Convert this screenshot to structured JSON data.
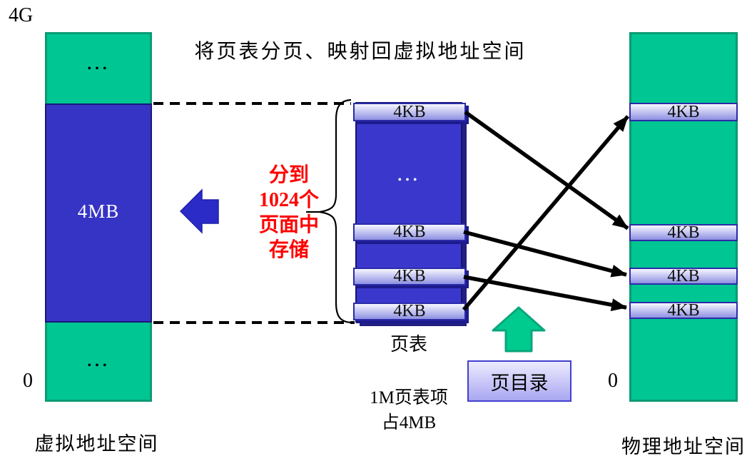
{
  "title": "将页表分页、映射回虚拟地址空间",
  "labels": {
    "top_address": "4G",
    "virtual_zero": "0",
    "physical_zero": "0"
  },
  "virtual_space": {
    "ellipsis_top": "…",
    "block_label": "4MB",
    "ellipsis_bottom": "…",
    "caption": "虚拟地址空间"
  },
  "annotation": {
    "lines": [
      "分到",
      "1024个",
      "页面中",
      "存储"
    ]
  },
  "page_table": {
    "entries": [
      "4KB",
      "4KB",
      "4KB",
      "4KB"
    ],
    "ellipsis": "…",
    "caption": "页表",
    "note_line1": "1M页表项",
    "note_line2": "占4MB"
  },
  "page_directory": {
    "label": "页目录"
  },
  "physical_space": {
    "boxes": [
      "4KB",
      "4KB",
      "4KB",
      "4KB"
    ],
    "caption": "物理地址空间"
  },
  "colors": {
    "green_fill": "#00C693",
    "green_border": "#0B9B74",
    "virtual_block_blue": "#3634C4",
    "page_table_blue": "#3A38CC",
    "entry_box_border": "#2B2BA8",
    "entry_box_gradient_top": "#F7F7FF",
    "entry_box_gradient_bottom": "#8E90E2",
    "annotation_red": "#FF0000",
    "mapping_arrow_black": "#000000",
    "left_block_arrow_blue": "#2B2BC8",
    "up_block_arrow_green": "#00CB8E"
  }
}
